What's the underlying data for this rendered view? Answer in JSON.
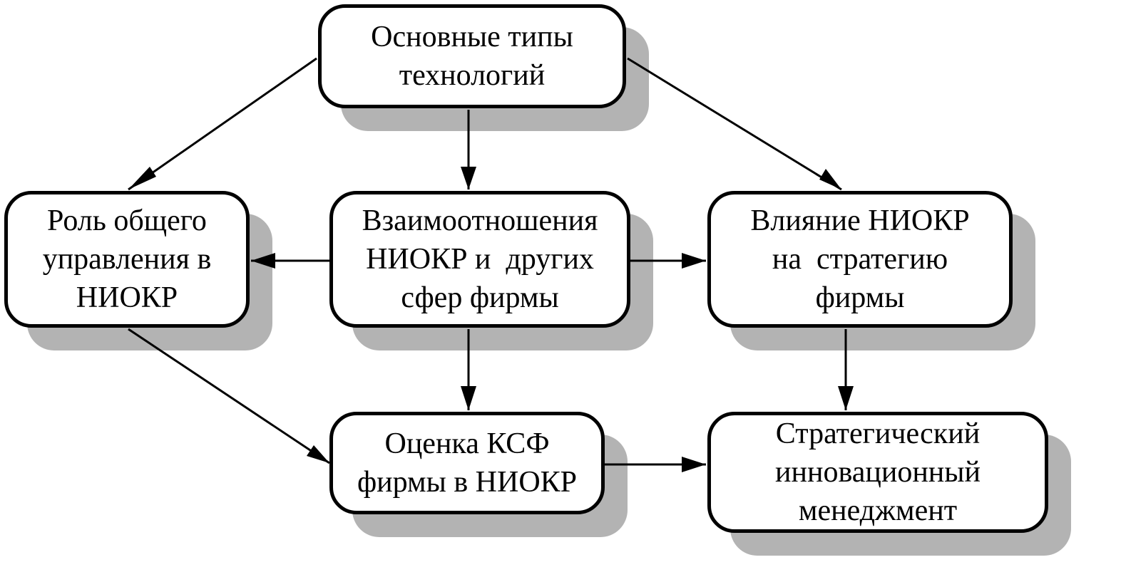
{
  "nodes": {
    "tech_types": {
      "lines": [
        "Основные типы",
        "технологий"
      ]
    },
    "gm_role": {
      "lines": [
        "Роль общего",
        "управления в",
        "НИОКР"
      ]
    },
    "relations": {
      "lines": [
        "Взаимоотношения",
        "НИОКР и  других",
        "сфер фирмы"
      ]
    },
    "influence": {
      "lines": [
        "Влияние НИОКР",
        "на  стратегию",
        "фирмы"
      ]
    },
    "ksf_eval": {
      "lines": [
        "Оценка КСФ",
        "фирмы в НИОКР"
      ]
    },
    "strategic_mgmt": {
      "lines": [
        "Стратегический",
        "инновационный",
        "менеджмент"
      ]
    }
  },
  "edges": [
    {
      "from": "tech_types",
      "to": "gm_role"
    },
    {
      "from": "tech_types",
      "to": "relations"
    },
    {
      "from": "tech_types",
      "to": "influence"
    },
    {
      "from": "relations",
      "to": "gm_role"
    },
    {
      "from": "relations",
      "to": "influence"
    },
    {
      "from": "relations",
      "to": "ksf_eval"
    },
    {
      "from": "gm_role",
      "to": "ksf_eval"
    },
    {
      "from": "influence",
      "to": "strategic_mgmt"
    },
    {
      "from": "ksf_eval",
      "to": "strategic_mgmt"
    }
  ]
}
